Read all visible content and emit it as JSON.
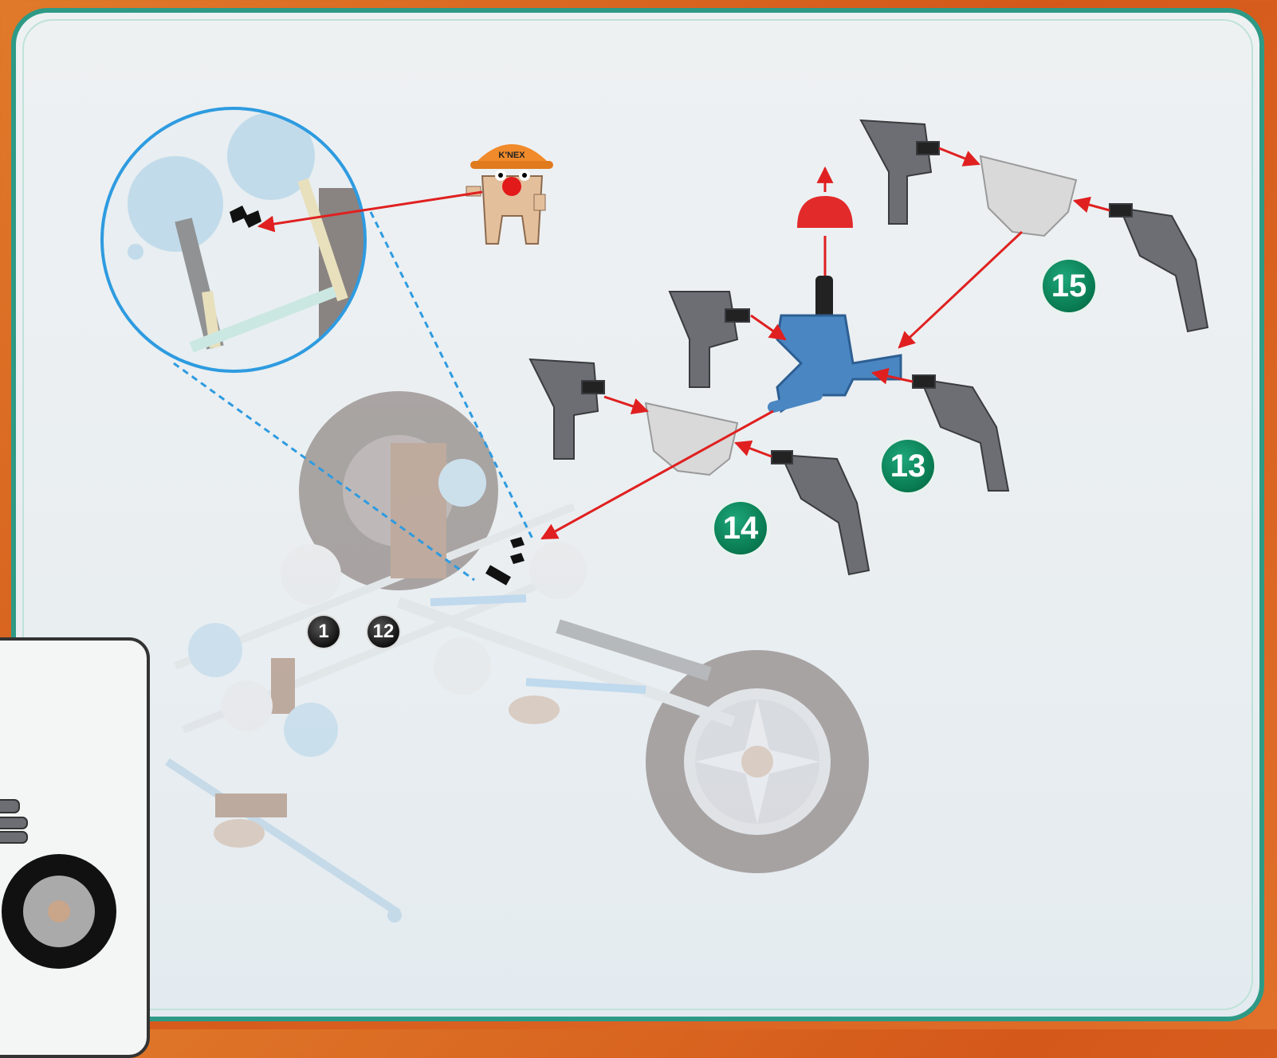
{
  "mascot": {
    "hat_text": "K'NEX"
  },
  "steps": [
    {
      "number": "13"
    },
    {
      "number": "14"
    },
    {
      "number": "15"
    }
  ],
  "range": {
    "from": "1",
    "separator": "-",
    "to": "12"
  },
  "colors": {
    "frame_teal": "#2e9a86",
    "step_badge_green": "#08784f",
    "arrow_red": "#e02020",
    "zoom_circle_blue": "#2e9be0",
    "background_orange": "#e07a2a"
  }
}
